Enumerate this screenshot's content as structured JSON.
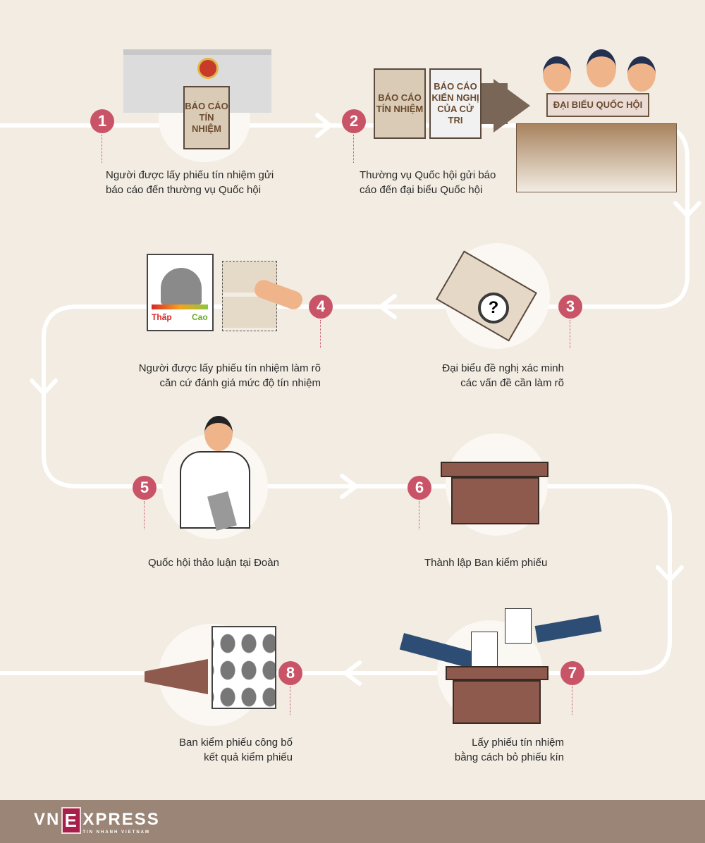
{
  "steps": [
    {
      "n": "1",
      "caption_l1": "Người được lấy phiếu tín nhiệm gửi",
      "caption_l2": "báo cáo đến thường vụ Quốc hội"
    },
    {
      "n": "2",
      "caption_l1": "Thường vụ Quốc hội gửi báo",
      "caption_l2": "cáo đến đại biểu Quốc hội"
    },
    {
      "n": "3",
      "caption_l1": "Đại biểu đề nghị xác minh",
      "caption_l2": "các vấn đề cần làm rõ"
    },
    {
      "n": "4",
      "caption_l1": "Người được lấy phiếu tín nhiệm làm rõ",
      "caption_l2": "căn cứ đánh giá mức độ tín nhiệm"
    },
    {
      "n": "5",
      "caption_l1": "Quốc hội thảo luận tại Đoàn",
      "caption_l2": ""
    },
    {
      "n": "6",
      "caption_l1": "Thành lập Ban kiểm phiếu",
      "caption_l2": ""
    },
    {
      "n": "7",
      "caption_l1": "Lấy phiếu tín nhiệm",
      "caption_l2": "bằng cách bỏ phiếu kín"
    },
    {
      "n": "8",
      "caption_l1": "Ban kiểm phiếu công bố",
      "caption_l2": "kết quả kiểm phiếu"
    }
  ],
  "illustrations": {
    "report1": "BÁO CÁO TÍN NHIỆM",
    "report2a": "BÁO CÁO TÍN NHIỆM",
    "report2b": "BÁO CÁO KIẾN NGHỊ CỦA CỬ TRI",
    "nameplate": "ĐẠI BIỂU QUỐC HỘI",
    "scale_low": "Thấp",
    "scale_high": "Cao",
    "question": "?"
  },
  "footer": {
    "logo_vn": "VN",
    "logo_e": "E",
    "logo_xpress": "XPRESS",
    "tagline": "TIN NHANH VIETNAM"
  },
  "colors": {
    "accent": "#c95468",
    "footer": "#9a8577",
    "background": "#f2ece2"
  }
}
